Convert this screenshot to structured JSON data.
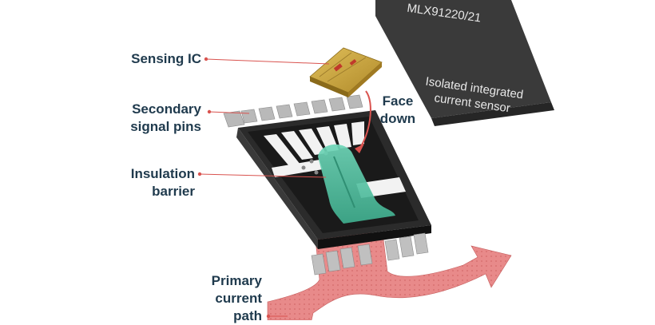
{
  "labels": {
    "sensing_ic": "Sensing IC",
    "secondary_pins": [
      "Secondary",
      "signal pins"
    ],
    "insulation_barrier": [
      "Insulation",
      "barrier"
    ],
    "primary_current_path": [
      "Primary",
      "current",
      "path"
    ],
    "face_down": [
      "Face",
      "down"
    ]
  },
  "product_box": {
    "part_number": "MLX91220/21",
    "description": [
      "Isolated integrated",
      "current sensor"
    ]
  },
  "colors": {
    "label_text": "#1f3a4d",
    "leader_line": "#d9534f",
    "current_path": "#e88a8a",
    "insulation": "#4fc3a1",
    "package": "#2b2b2b",
    "product_box": "#3a3a3a",
    "ic_die": "#c9a33b"
  },
  "icons": {
    "flow_arrow": "arrow-right-icon"
  }
}
